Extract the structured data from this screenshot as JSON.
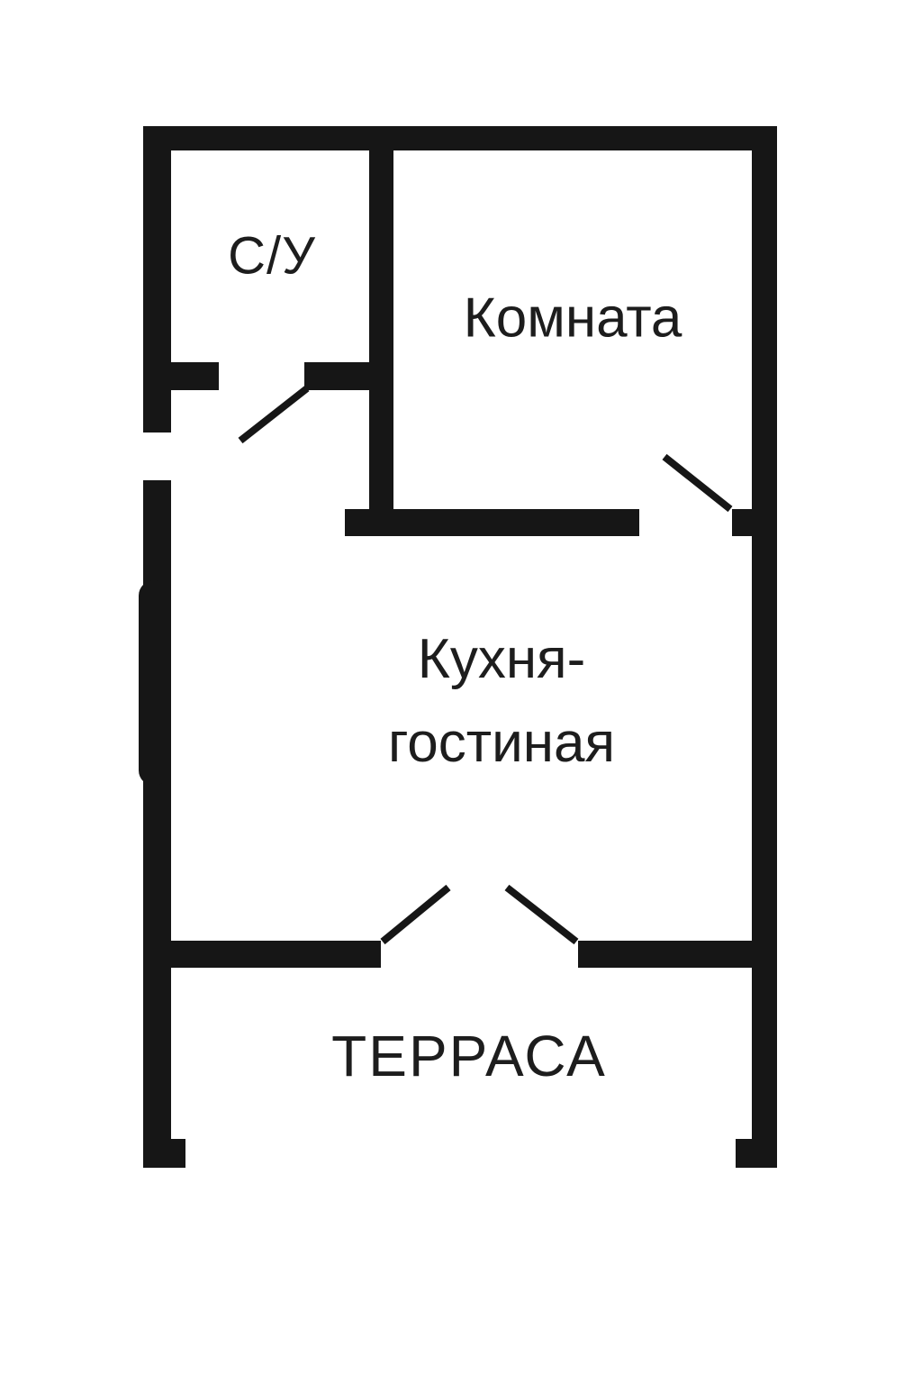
{
  "theme": {
    "background": "#ffffff",
    "wall_color": "#161616",
    "text_color": "#1d1d1d"
  },
  "rooms": {
    "bathroom": {
      "label": "С/У"
    },
    "room": {
      "label": "Комната"
    },
    "kitchen": {
      "label_line1": "Кухня-",
      "label_line2": "гостиная"
    },
    "terrace": {
      "label": "ТЕРРАСА"
    }
  }
}
